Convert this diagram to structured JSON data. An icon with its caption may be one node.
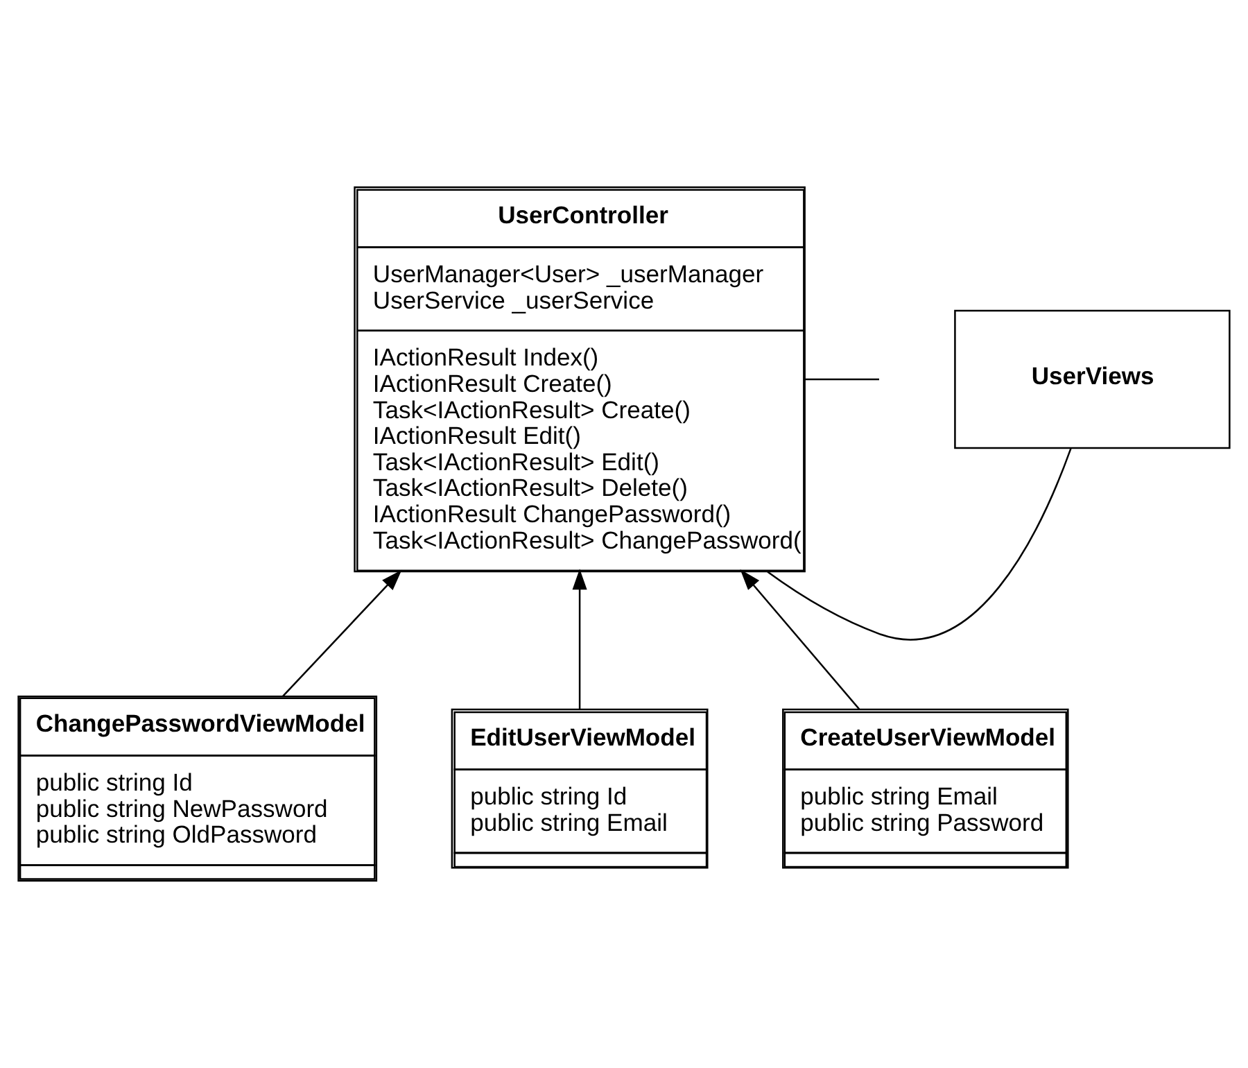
{
  "diagram": {
    "nodes": [
      {
        "text": [
          "UserController",
          "UserManager<User> _userManager",
          "UserService _userService",
          "IActionResult Index()",
          "IActionResult Create()",
          "Task<IActionResult> Create()",
          "IActionResult Edit()",
          "Task<IActionResult> Edit()",
          "Task<IActionResult> Delete()",
          "IActionResult ChangePassword()",
          "Task<IActionResult> ChangePassword("
        ]
      },
      {
        "text": [
          "UserViews"
        ]
      },
      {
        "text": [
          "ChangePasswordViewModel",
          "public string Id",
          "public string NewPassword",
          "public string OldPassword"
        ]
      },
      {
        "text": [
          "EditUserViewModel",
          "public string Id",
          "public string Email"
        ]
      },
      {
        "text": [
          "CreateUserViewModel",
          "public string Email",
          "public string Password"
        ]
      }
    ],
    "edges": [
      {
        "from": 1,
        "to": 0,
        "arrow": "none"
      },
      {
        "from": 0,
        "to": null,
        "arrow": "none"
      },
      {
        "from": 2,
        "to": 0,
        "arrow": "to"
      },
      {
        "from": 3,
        "to": 0,
        "arrow": "to"
      },
      {
        "from": 4,
        "to": 0,
        "arrow": "to"
      }
    ]
  }
}
